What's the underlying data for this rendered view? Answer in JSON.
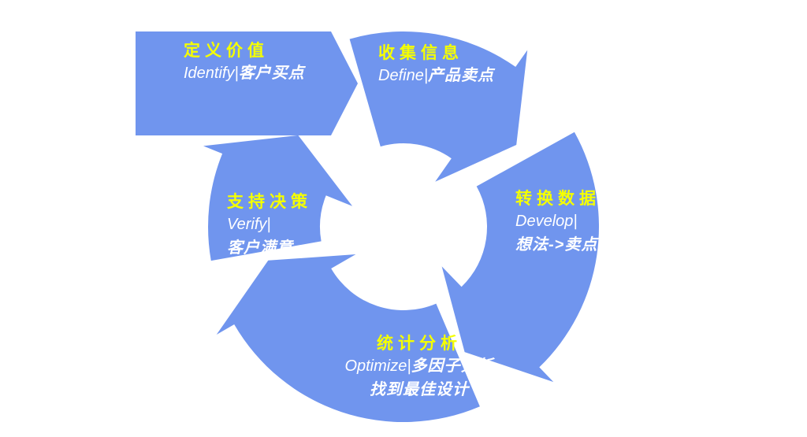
{
  "diagram": {
    "type": "cycle",
    "direction": "clockwise",
    "stages": [
      {
        "id": "define-value",
        "title": "定义价值",
        "lines": [
          {
            "en": "Identify|",
            "zh": "客户买点"
          }
        ]
      },
      {
        "id": "collect-info",
        "title": "收集信息",
        "lines": [
          {
            "en": "Define|",
            "zh": "产品卖点"
          }
        ]
      },
      {
        "id": "transform-data",
        "title": "转换数据",
        "lines": [
          {
            "en": "Develop|",
            "zh": ""
          },
          {
            "en": "",
            "zh": "想法->卖点"
          }
        ]
      },
      {
        "id": "stat-analysis",
        "title": "统计分析",
        "lines": [
          {
            "en": "Optimize|",
            "zh": "多因子分析"
          },
          {
            "en": "",
            "zh": "找到最佳设计"
          }
        ]
      },
      {
        "id": "support-decision",
        "title": "支持决策",
        "lines": [
          {
            "en": "Verify|",
            "zh": ""
          },
          {
            "en": "",
            "zh": "客户满意"
          }
        ]
      }
    ],
    "colors": {
      "arrow_blue": "#7095EE",
      "title_yellow": "#F5FF00",
      "desc_white": "#FFFFFF",
      "background": "#FFFFFF"
    }
  }
}
